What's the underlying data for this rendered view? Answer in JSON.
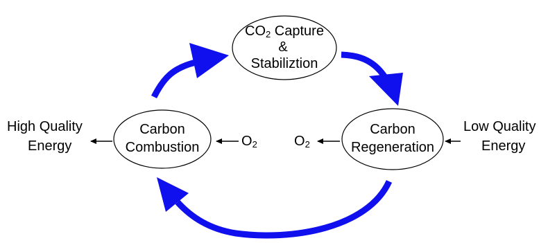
{
  "colors": {
    "cycle_arrow": "#1010ee",
    "node_fill": "#ffffff",
    "node_stroke": "#000000",
    "text": "#000000"
  },
  "nodes": {
    "capture": {
      "line1_main": "CO",
      "line1_sub": "2",
      "line1_rest": " Capture",
      "line2": "&",
      "line3": "Stabiliztion"
    },
    "combustion": {
      "line1": "Carbon",
      "line2": "Combustion"
    },
    "regeneration": {
      "line1": "Carbon",
      "line2": "Regeneration"
    }
  },
  "labels": {
    "high_quality_line1": "High Quality",
    "high_quality_line2": "Energy",
    "low_quality_line1": "Low Quality",
    "low_quality_line2": "Energy",
    "o2_left_main": "O",
    "o2_left_sub": "2",
    "o2_right_main": "O",
    "o2_right_sub": "2"
  }
}
